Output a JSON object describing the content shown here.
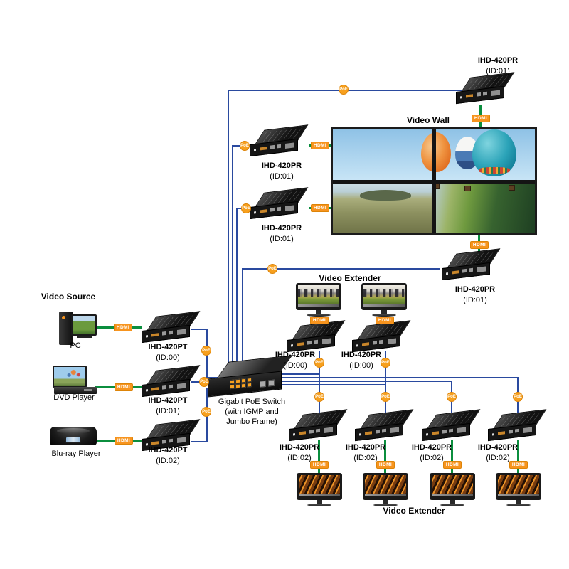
{
  "titles": {
    "video_source": "Video Source",
    "video_wall": "Video Wall",
    "video_extender_top": "Video Extender",
    "video_extender_bottom": "Video Extender"
  },
  "badges": {
    "hdmi": "HDMI",
    "poe": "PoE"
  },
  "sources": [
    {
      "name": "PC",
      "model": "IHD-420PT",
      "id": "(ID:00)"
    },
    {
      "name": "DVD Player",
      "model": "IHD-420PT",
      "id": "(ID:01)"
    },
    {
      "name": "Blu-ray Player",
      "model": "IHD-420PT",
      "id": "(ID:02)"
    }
  ],
  "switch": {
    "line1": "Gigabit PoE Switch",
    "line2": "(with IGMP and",
    "line3": "Jumbo Frame)"
  },
  "receivers": {
    "wall_top": {
      "model": "IHD-420PR",
      "id": "(ID:01)"
    },
    "wall_left1": {
      "model": "IHD-420PR",
      "id": "(ID:01)"
    },
    "wall_left2": {
      "model": "IHD-420PR",
      "id": "(ID:01)"
    },
    "wall_bottom": {
      "model": "IHD-420PR",
      "id": "(ID:01)"
    },
    "ext_mid": [
      {
        "model": "IHD-420PR",
        "id": "(ID:00)"
      },
      {
        "model": "IHD-420PR",
        "id": "(ID:00)"
      }
    ],
    "ext_bottom": [
      {
        "model": "IHD-420PR",
        "id": "(ID:02)"
      },
      {
        "model": "IHD-420PR",
        "id": "(ID:02)"
      },
      {
        "model": "IHD-420PR",
        "id": "(ID:02)"
      },
      {
        "model": "IHD-420PR",
        "id": "(ID:02)"
      }
    ]
  },
  "colors": {
    "line_blue": "#2a4a9f",
    "line_green": "#0b8e3e",
    "badge_orange": "#f7941e"
  }
}
